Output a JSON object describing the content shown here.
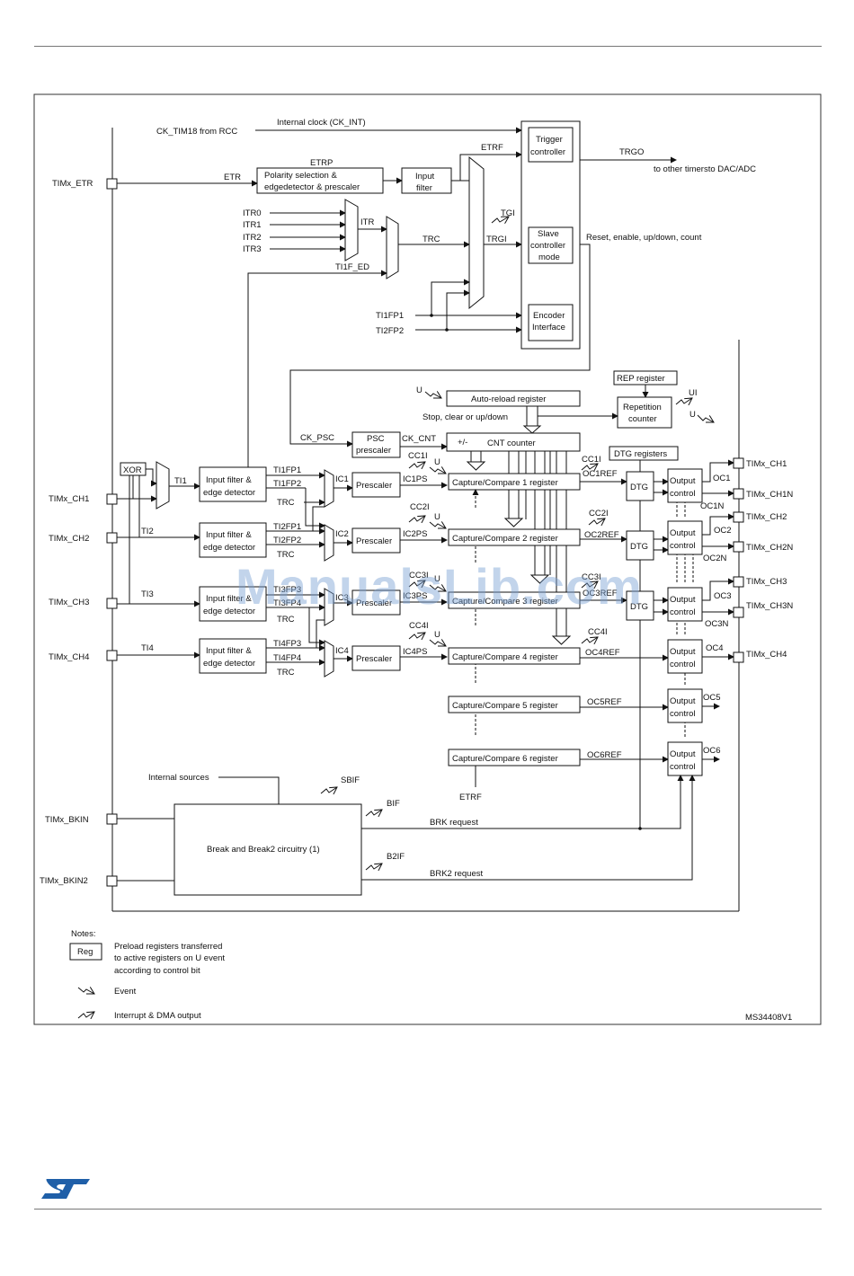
{
  "figure_id": "MS34408V1",
  "watermark": "ManualsLib.com",
  "logo": "st-logo",
  "inputs": {
    "ck_tim": "CK_TIM18 from RCC",
    "internal_clock": "Internal clock (CK_INT)",
    "etr_pin": "TIMx_ETR",
    "etr": "ETR",
    "etrp": "ETRP",
    "etrf": "ETRF",
    "itr0": "ITR0",
    "itr1": "ITR1",
    "itr2": "ITR2",
    "itr3": "ITR3",
    "itr": "ITR",
    "trc": "TRC",
    "ti1f_ed": "TI1F_ED",
    "ti1fp1": "TI1FP1",
    "ti2fp2": "TI2FP2",
    "trgi": "TRGI",
    "tgi": "TGI",
    "trgo": "TRGO",
    "trgo_dest": "to other timersto DAC/ADC",
    "reset_enable": "Reset, enable, up/down, count"
  },
  "blocks": {
    "polarity": [
      "Polarity selection &",
      "edgedetector & prescaler"
    ],
    "input_filter": [
      "Input",
      "filter"
    ],
    "trigger_controller": [
      "Trigger",
      "controller"
    ],
    "slave_controller": [
      "Slave",
      "controller",
      "mode"
    ],
    "encoder": [
      "Encoder",
      "Interface"
    ],
    "rep_register": "REP register",
    "repetition_counter": [
      "Repetition",
      "counter"
    ],
    "auto_reload": "Auto-reload register",
    "stop_clear": "Stop, clear or up/down",
    "psc_prescaler": [
      "PSC",
      "prescaler"
    ],
    "ck_psc": "CK_PSC",
    "ck_cnt": "CK_CNT",
    "cnt_counter": "CNT counter",
    "plus_minus": "+/-",
    "dtg_registers": "DTG registers",
    "xor": "XOR",
    "input_filter_edge": [
      "Input filter &",
      "edge detector"
    ],
    "prescaler": "Prescaler",
    "dtg": "DTG",
    "output_control": [
      "Output",
      "control"
    ],
    "ui": "UI",
    "u": "U"
  },
  "channels": [
    {
      "pin": "TIMx_CH1",
      "ti": "TI1",
      "fp_a": "TI1FP1",
      "fp_b": "TI1FP2",
      "trc": "TRC",
      "ic": "IC1",
      "icps": "IC1PS",
      "cci": "CC1I",
      "u": "U",
      "reg": "Capture/Compare 1 register",
      "cci_out": "CC1I",
      "ocref": "OC1REF",
      "oc": "OC1",
      "ocn": "OC1N",
      "out_pin": "TIMx_CH1",
      "out_pin_n": "TIMx_CH1N"
    },
    {
      "pin": "TIMx_CH2",
      "ti": "TI2",
      "fp_a": "TI2FP1",
      "fp_b": "TI2FP2",
      "trc": "TRC",
      "ic": "IC2",
      "icps": "IC2PS",
      "cci": "CC2I",
      "u": "U",
      "reg": "Capture/Compare 2 register",
      "cci_out": "CC2I",
      "ocref": "OC2REF",
      "oc": "OC2",
      "ocn": "OC2N",
      "out_pin": "TIMx_CH2",
      "out_pin_n": "TIMx_CH2N"
    },
    {
      "pin": "TIMx_CH3",
      "ti": "TI3",
      "fp_a": "TI3FP3",
      "fp_b": "TI3FP4",
      "trc": "TRC",
      "ic": "IC3",
      "icps": "IC3PS",
      "cci": "CC3I",
      "u": "U",
      "reg": "Capture/Compare 3 register",
      "cci_out": "CC3I",
      "ocref": "OC3REF",
      "oc": "OC3",
      "ocn": "OC3N",
      "out_pin": "TIMx_CH3",
      "out_pin_n": "TIMx_CH3N"
    },
    {
      "pin": "TIMx_CH4",
      "ti": "TI4",
      "fp_a": "TI4FP3",
      "fp_b": "TI4FP4",
      "trc": "TRC",
      "ic": "IC4",
      "icps": "IC4PS",
      "cci": "CC4I",
      "u": "U",
      "reg": "Capture/Compare 4 register",
      "cci_out": "CC4I",
      "ocref": "OC4REF",
      "oc": "OC4",
      "out_pin": "TIMx_CH4"
    }
  ],
  "extra_channels": [
    {
      "reg": "Capture/Compare 5 register",
      "ocref": "OC5REF",
      "oc": "OC5"
    },
    {
      "reg": "Capture/Compare 6 register",
      "ocref": "OC6REF",
      "oc": "OC6"
    }
  ],
  "etrf_bottom": "ETRF",
  "break": {
    "internal_sources": "Internal sources",
    "sbif": "SBIF",
    "bif": "BIF",
    "b2if": "B2IF",
    "bkin": "TIMx_BKIN",
    "bkin2": "TIMx_BKIN2",
    "circuitry": "Break and Break2 circuitry (1)",
    "brk_request": "BRK request",
    "brk2_request": "BRK2 request"
  },
  "notes": {
    "title": "Notes:",
    "reg": "Reg",
    "preload": [
      "Preload registers transferred",
      "to active registers on U event",
      "according to control bit"
    ],
    "event": "Event",
    "interrupt": "Interrupt & DMA output"
  }
}
